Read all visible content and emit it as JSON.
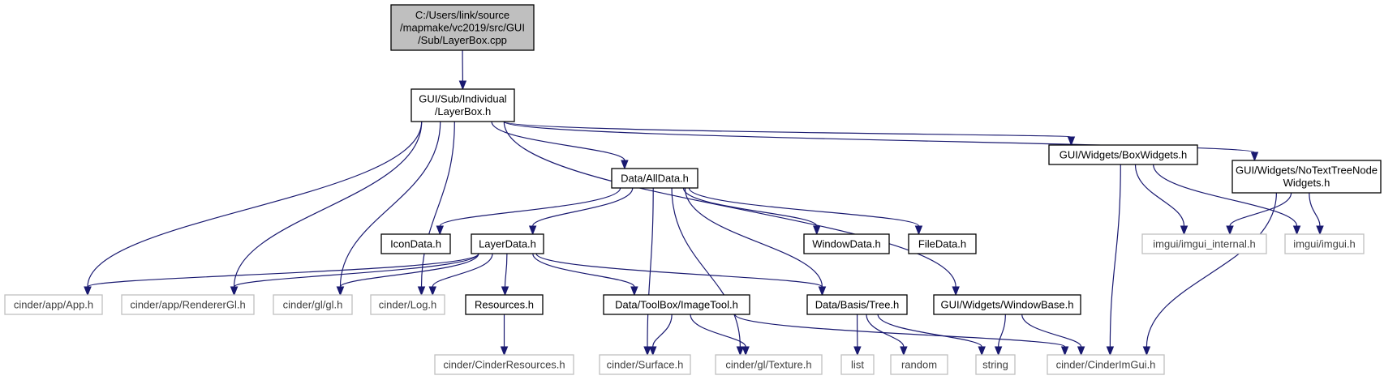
{
  "diagram": {
    "type": "include-dependency-graph",
    "colors": {
      "edge": "#191970",
      "focus_fill": "#bfbfbf",
      "external_border": "#bfbfbf",
      "normal_border": "#000000"
    },
    "nodes": [
      {
        "id": "layerbox_cpp",
        "kind": "focus",
        "lines": [
          "C:/Users/link/source",
          "/mapmake/vc2019/src/GUI",
          "/Sub/LayerBox.cpp"
        ]
      },
      {
        "id": "layerbox_h",
        "kind": "normal",
        "lines": [
          "GUI/Sub/Individual",
          "/LayerBox.h"
        ]
      },
      {
        "id": "alldata_h",
        "kind": "normal",
        "lines": [
          "Data/AllData.h"
        ]
      },
      {
        "id": "boxwidgets_h",
        "kind": "normal",
        "lines": [
          "GUI/Widgets/BoxWidgets.h"
        ]
      },
      {
        "id": "notexttree_h",
        "kind": "normal",
        "lines": [
          "GUI/Widgets/NoTextTreeNode",
          "Widgets.h"
        ]
      },
      {
        "id": "icondata_h",
        "kind": "normal",
        "lines": [
          "IconData.h"
        ]
      },
      {
        "id": "layerdata_h",
        "kind": "normal",
        "lines": [
          "LayerData.h"
        ]
      },
      {
        "id": "windowdata_h",
        "kind": "normal",
        "lines": [
          "WindowData.h"
        ]
      },
      {
        "id": "filedata_h",
        "kind": "normal",
        "lines": [
          "FileData.h"
        ]
      },
      {
        "id": "imgui_internal_h",
        "kind": "external",
        "lines": [
          "imgui/imgui_internal.h"
        ]
      },
      {
        "id": "imgui_h",
        "kind": "external",
        "lines": [
          "imgui/imgui.h"
        ]
      },
      {
        "id": "app_h",
        "kind": "external",
        "lines": [
          "cinder/app/App.h"
        ]
      },
      {
        "id": "renderergl_h",
        "kind": "external",
        "lines": [
          "cinder/app/RendererGl.h"
        ]
      },
      {
        "id": "gl_h",
        "kind": "external",
        "lines": [
          "cinder/gl/gl.h"
        ]
      },
      {
        "id": "log_h",
        "kind": "external",
        "lines": [
          "cinder/Log.h"
        ]
      },
      {
        "id": "resources_h",
        "kind": "normal",
        "lines": [
          "Resources.h"
        ]
      },
      {
        "id": "imagetool_h",
        "kind": "normal",
        "lines": [
          "Data/ToolBox/ImageTool.h"
        ]
      },
      {
        "id": "tree_h",
        "kind": "normal",
        "lines": [
          "Data/Basis/Tree.h"
        ]
      },
      {
        "id": "windowbase_h",
        "kind": "normal",
        "lines": [
          "GUI/Widgets/WindowBase.h"
        ]
      },
      {
        "id": "cinderresources_h",
        "kind": "external",
        "lines": [
          "cinder/CinderResources.h"
        ]
      },
      {
        "id": "surface_h",
        "kind": "external",
        "lines": [
          "cinder/Surface.h"
        ]
      },
      {
        "id": "texture_h",
        "kind": "external",
        "lines": [
          "cinder/gl/Texture.h"
        ]
      },
      {
        "id": "list",
        "kind": "external",
        "lines": [
          "list"
        ]
      },
      {
        "id": "random",
        "kind": "external",
        "lines": [
          "random"
        ]
      },
      {
        "id": "string",
        "kind": "external",
        "lines": [
          "string"
        ]
      },
      {
        "id": "cinderimgui_h",
        "kind": "external",
        "lines": [
          "cinder/CinderImGui.h"
        ]
      }
    ],
    "edges": [
      [
        "layerbox_cpp",
        "layerbox_h"
      ],
      [
        "layerbox_h",
        "app_h"
      ],
      [
        "layerbox_h",
        "renderergl_h"
      ],
      [
        "layerbox_h",
        "gl_h"
      ],
      [
        "layerbox_h",
        "log_h"
      ],
      [
        "layerbox_h",
        "alldata_h"
      ],
      [
        "layerbox_h",
        "windowbase_h"
      ],
      [
        "layerbox_h",
        "boxwidgets_h"
      ],
      [
        "layerbox_h",
        "notexttree_h"
      ],
      [
        "alldata_h",
        "icondata_h"
      ],
      [
        "alldata_h",
        "layerdata_h"
      ],
      [
        "alldata_h",
        "windowdata_h"
      ],
      [
        "alldata_h",
        "filedata_h"
      ],
      [
        "alldata_h",
        "surface_h"
      ],
      [
        "alldata_h",
        "texture_h"
      ],
      [
        "alldata_h",
        "tree_h"
      ],
      [
        "boxwidgets_h",
        "imgui_internal_h"
      ],
      [
        "boxwidgets_h",
        "imgui_h"
      ],
      [
        "boxwidgets_h",
        "cinderimgui_h"
      ],
      [
        "notexttree_h",
        "imgui_internal_h"
      ],
      [
        "notexttree_h",
        "imgui_h"
      ],
      [
        "notexttree_h",
        "cinderimgui_h"
      ],
      [
        "layerdata_h",
        "app_h"
      ],
      [
        "layerdata_h",
        "renderergl_h"
      ],
      [
        "layerdata_h",
        "gl_h"
      ],
      [
        "layerdata_h",
        "log_h"
      ],
      [
        "layerdata_h",
        "resources_h"
      ],
      [
        "layerdata_h",
        "imagetool_h"
      ],
      [
        "layerdata_h",
        "tree_h"
      ],
      [
        "resources_h",
        "cinderresources_h"
      ],
      [
        "imagetool_h",
        "surface_h"
      ],
      [
        "imagetool_h",
        "texture_h"
      ],
      [
        "imagetool_h",
        "cinderimgui_h"
      ],
      [
        "tree_h",
        "list"
      ],
      [
        "tree_h",
        "random"
      ],
      [
        "tree_h",
        "string"
      ],
      [
        "windowbase_h",
        "string"
      ],
      [
        "windowbase_h",
        "cinderimgui_h"
      ]
    ]
  }
}
